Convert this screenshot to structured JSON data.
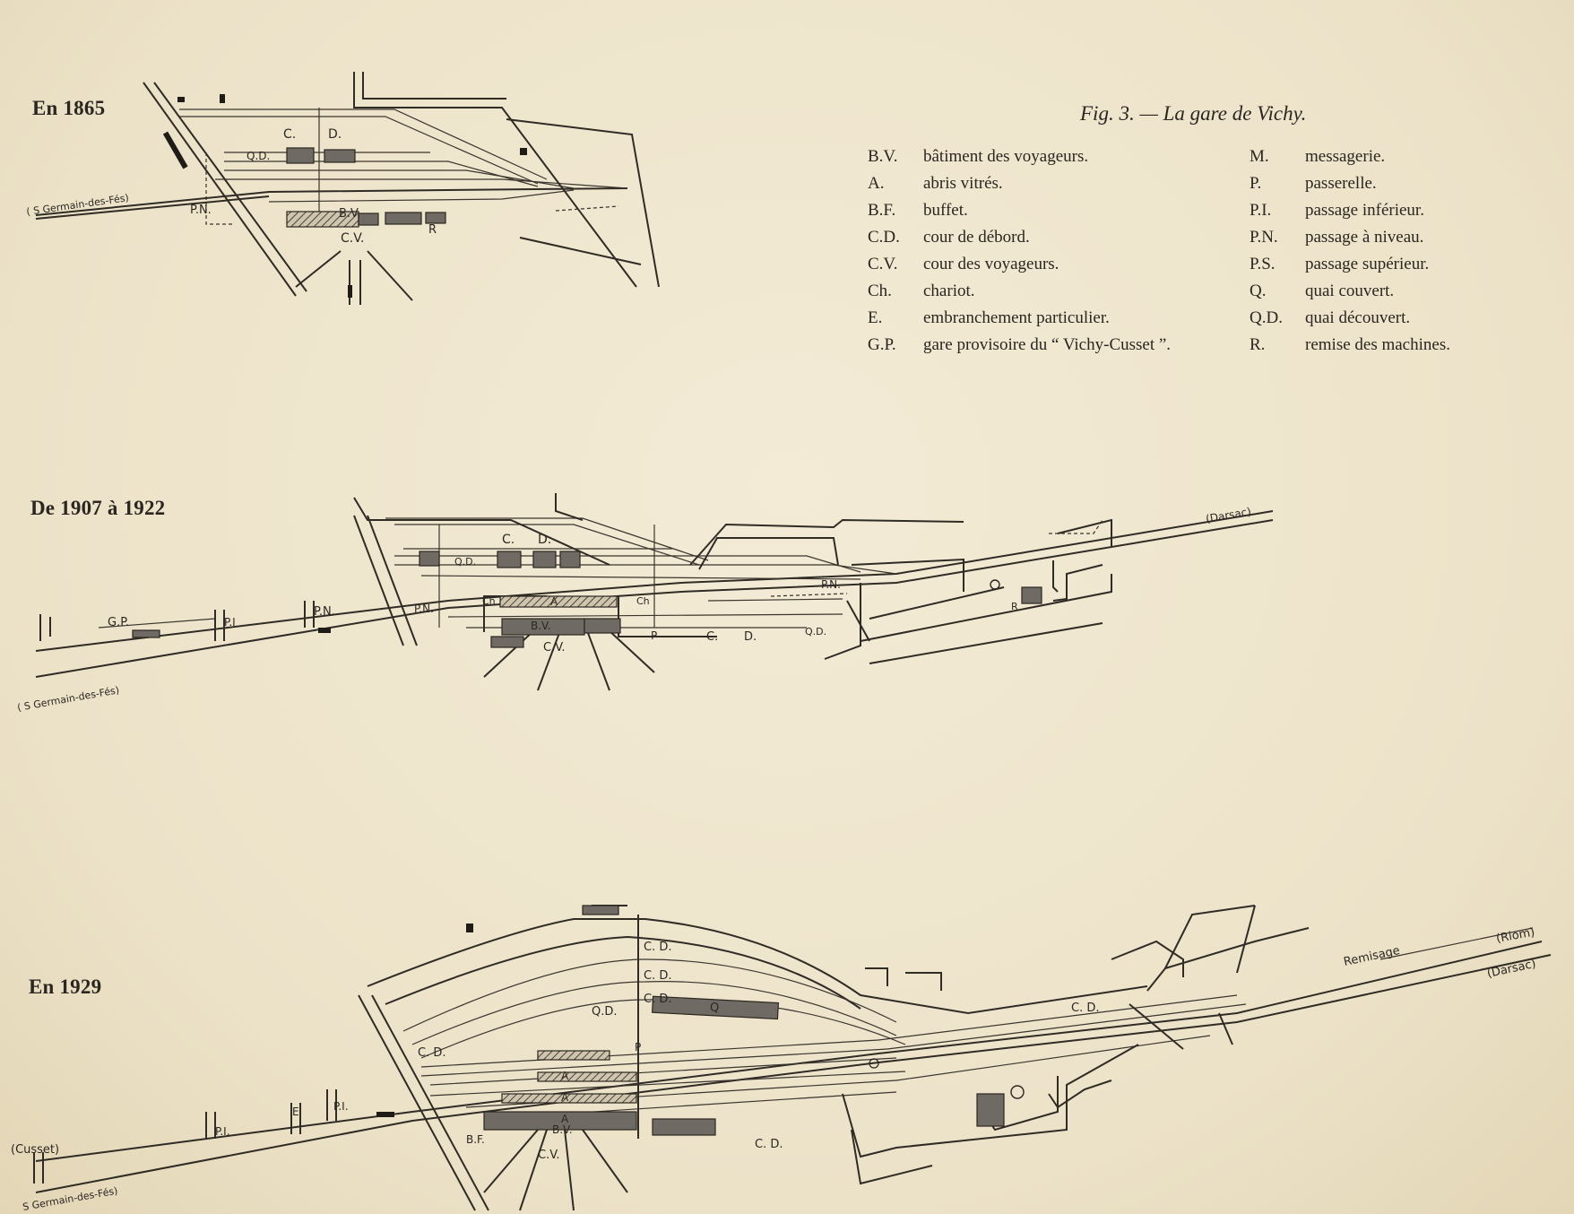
{
  "caption": "Fig. 3. — La gare de Vichy.",
  "eras": {
    "e1865": {
      "title": "En 1865",
      "labels": {
        "cd_c": "C.",
        "cd_d": "D.",
        "qd": "Q.D.",
        "pn": "P.N.",
        "bv": "B.V.",
        "cv": "C.V.",
        "r": "R",
        "dest": "( S Germain-des-Fés)"
      }
    },
    "e1907": {
      "title": "De 1907 à 1922",
      "labels": {
        "cd_c": "C.",
        "cd_d": "D.",
        "qd": "Q.D.",
        "gp": "G.P.",
        "pi": "P.I",
        "pn1": "P.N.",
        "pn2": "P.N.",
        "pn3": "P.N.",
        "ch1": "Ch",
        "ch2": "Ch",
        "a": "A",
        "bv": "B.V.",
        "cv": "C.V.",
        "p": "P",
        "cd2_c": "C.",
        "cd2_d": "D.",
        "qd2": "Q.D.",
        "r": "R",
        "darsac": "(Darsac)",
        "dest": "( S Germain-des-Fés)"
      }
    },
    "e1929": {
      "title": "En 1929",
      "labels": {
        "cd1": "C. D.",
        "cd2": "C. D.",
        "cd3": "C. D.",
        "qd": "Q.D.",
        "q": "Q",
        "cd_left": "C. D.",
        "cd_right": "C. D.",
        "cd_bottom": "C. D.",
        "p": "P",
        "a1": "A",
        "a2": "A",
        "a3": "A",
        "bv": "B.V.",
        "bf": "B.F.",
        "cv": "C.V.",
        "pi1": "P.I.",
        "pi2": "P.I.",
        "e": "E",
        "remisage": "Remisage",
        "riom": "(Riom)",
        "darsac": "(Darsac)",
        "cusset": "(Cusset)",
        "dest": "S Germain-des-Fés)"
      }
    }
  },
  "legend_left": [
    {
      "abbr": "B.V.",
      "def": "bâtiment des voyageurs."
    },
    {
      "abbr": "A.",
      "def": "abris vitrés."
    },
    {
      "abbr": "B.F.",
      "def": "buffet."
    },
    {
      "abbr": "C.D.",
      "def": "cour de débord."
    },
    {
      "abbr": "C.V.",
      "def": "cour des voyageurs."
    },
    {
      "abbr": "Ch.",
      "def": "chariot."
    },
    {
      "abbr": "E.",
      "def": "embranchement particulier."
    },
    {
      "abbr": "G.P.",
      "def": "gare provisoire du “ Vichy-Cusset ”."
    }
  ],
  "legend_right": [
    {
      "abbr": "M.",
      "def": "messagerie."
    },
    {
      "abbr": "P.",
      "def": "passerelle."
    },
    {
      "abbr": "P.I.",
      "def": "passage inférieur."
    },
    {
      "abbr": "P.N.",
      "def": "passage à niveau."
    },
    {
      "abbr": "P.S.",
      "def": "passage supérieur."
    },
    {
      "abbr": "Q.",
      "def": "quai couvert."
    },
    {
      "abbr": "Q.D.",
      "def": "quai découvert."
    },
    {
      "abbr": "R.",
      "def": "remise des machines."
    }
  ]
}
